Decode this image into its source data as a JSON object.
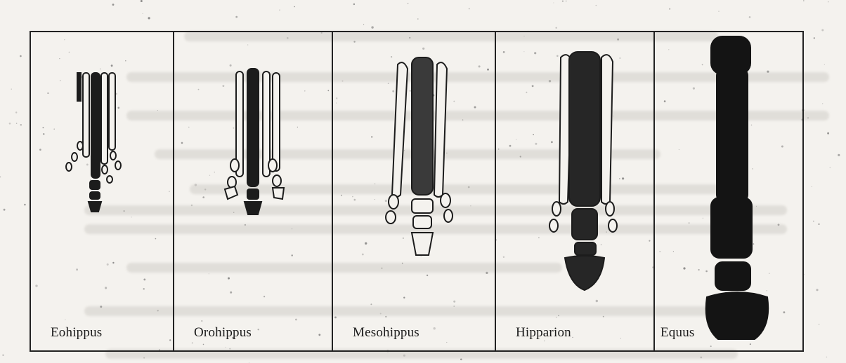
{
  "figure": {
    "panels": [
      {
        "id": "eohippus",
        "label": "Eohippus"
      },
      {
        "id": "orohippus",
        "label": "Orohippus"
      },
      {
        "id": "mesohippus",
        "label": "Mesohippus"
      },
      {
        "id": "hipparion",
        "label": "Hipparion"
      },
      {
        "id": "equus",
        "label": "Equus"
      }
    ]
  },
  "colors": {
    "ink": "#1c1c1c",
    "paper": "#f4f2ee",
    "bone_dark": "#141414"
  }
}
